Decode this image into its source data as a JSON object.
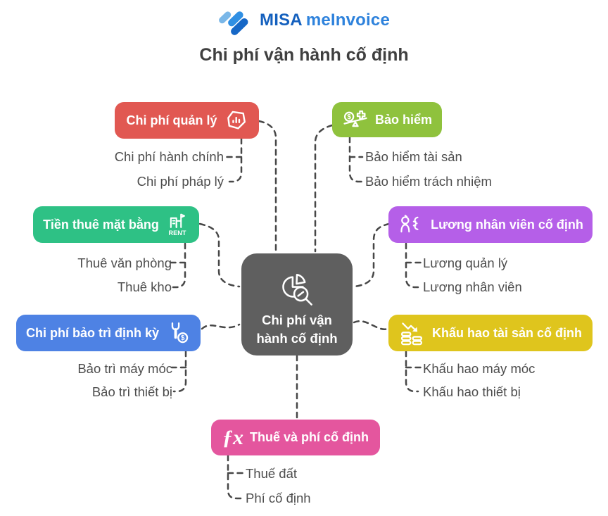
{
  "logo": {
    "brand": "MISA",
    "product": "meInvoice"
  },
  "title": "Chi phí vận hành cố định",
  "center": {
    "line1": "Chi phí vận",
    "line2": "hành cố định",
    "color": "#5F5F5F",
    "icon": "pie-chart-magnifier-icon"
  },
  "icons": {
    "dollar": "$",
    "rent": "RENT",
    "fx_glyph": "ƒx"
  },
  "connector_color": "#474747",
  "branches": [
    {
      "id": "chi-phi-quan-ly",
      "label": "Chi phí quản lý",
      "color": "#E15852",
      "icon": "chart-badge-icon",
      "side": "left",
      "children": [
        "Chi phí hành chính",
        "Chi phí pháp lý"
      ]
    },
    {
      "id": "bao-hiem",
      "label": "Bảo hiểm",
      "color": "#8FC23D",
      "icon": "insurance-scale-icon",
      "side": "right",
      "children": [
        "Bảo hiểm tài sản",
        "Bảo hiểm trách nhiệm"
      ]
    },
    {
      "id": "tien-thue-mat-bang",
      "label": "Tiền thuê mặt bằng",
      "color": "#2EC185",
      "icon": "rent-building-icon",
      "side": "left",
      "children": [
        "Thuê văn phòng",
        "Thuê kho"
      ]
    },
    {
      "id": "luong-nhan-vien",
      "label": "Lương nhân viên cố định",
      "color": "#B55FE8",
      "icon": "employee-salary-icon",
      "side": "right",
      "children": [
        "Lương quản lý",
        "Lương nhân viên"
      ]
    },
    {
      "id": "bao-tri-dinh-ky",
      "label": "Chi phí bảo trì định kỳ",
      "color": "#4E82E4",
      "icon": "wrench-coin-icon",
      "side": "left",
      "children": [
        "Bảo trì máy móc",
        "Bảo trì thiết bị"
      ]
    },
    {
      "id": "khau-hao",
      "label": "Khấu hao tài sản cố định",
      "color": "#DFC51D",
      "icon": "depreciation-coins-icon",
      "side": "right",
      "children": [
        "Khấu hao máy móc",
        "Khấu hao thiết bị"
      ]
    },
    {
      "id": "thue-va-phi",
      "label": "Thuế và phí cố định",
      "color": "#E4569E",
      "icon": "fx-icon",
      "side": "bottom",
      "children": [
        "Thuế đất",
        "Phí cố định"
      ]
    }
  ]
}
